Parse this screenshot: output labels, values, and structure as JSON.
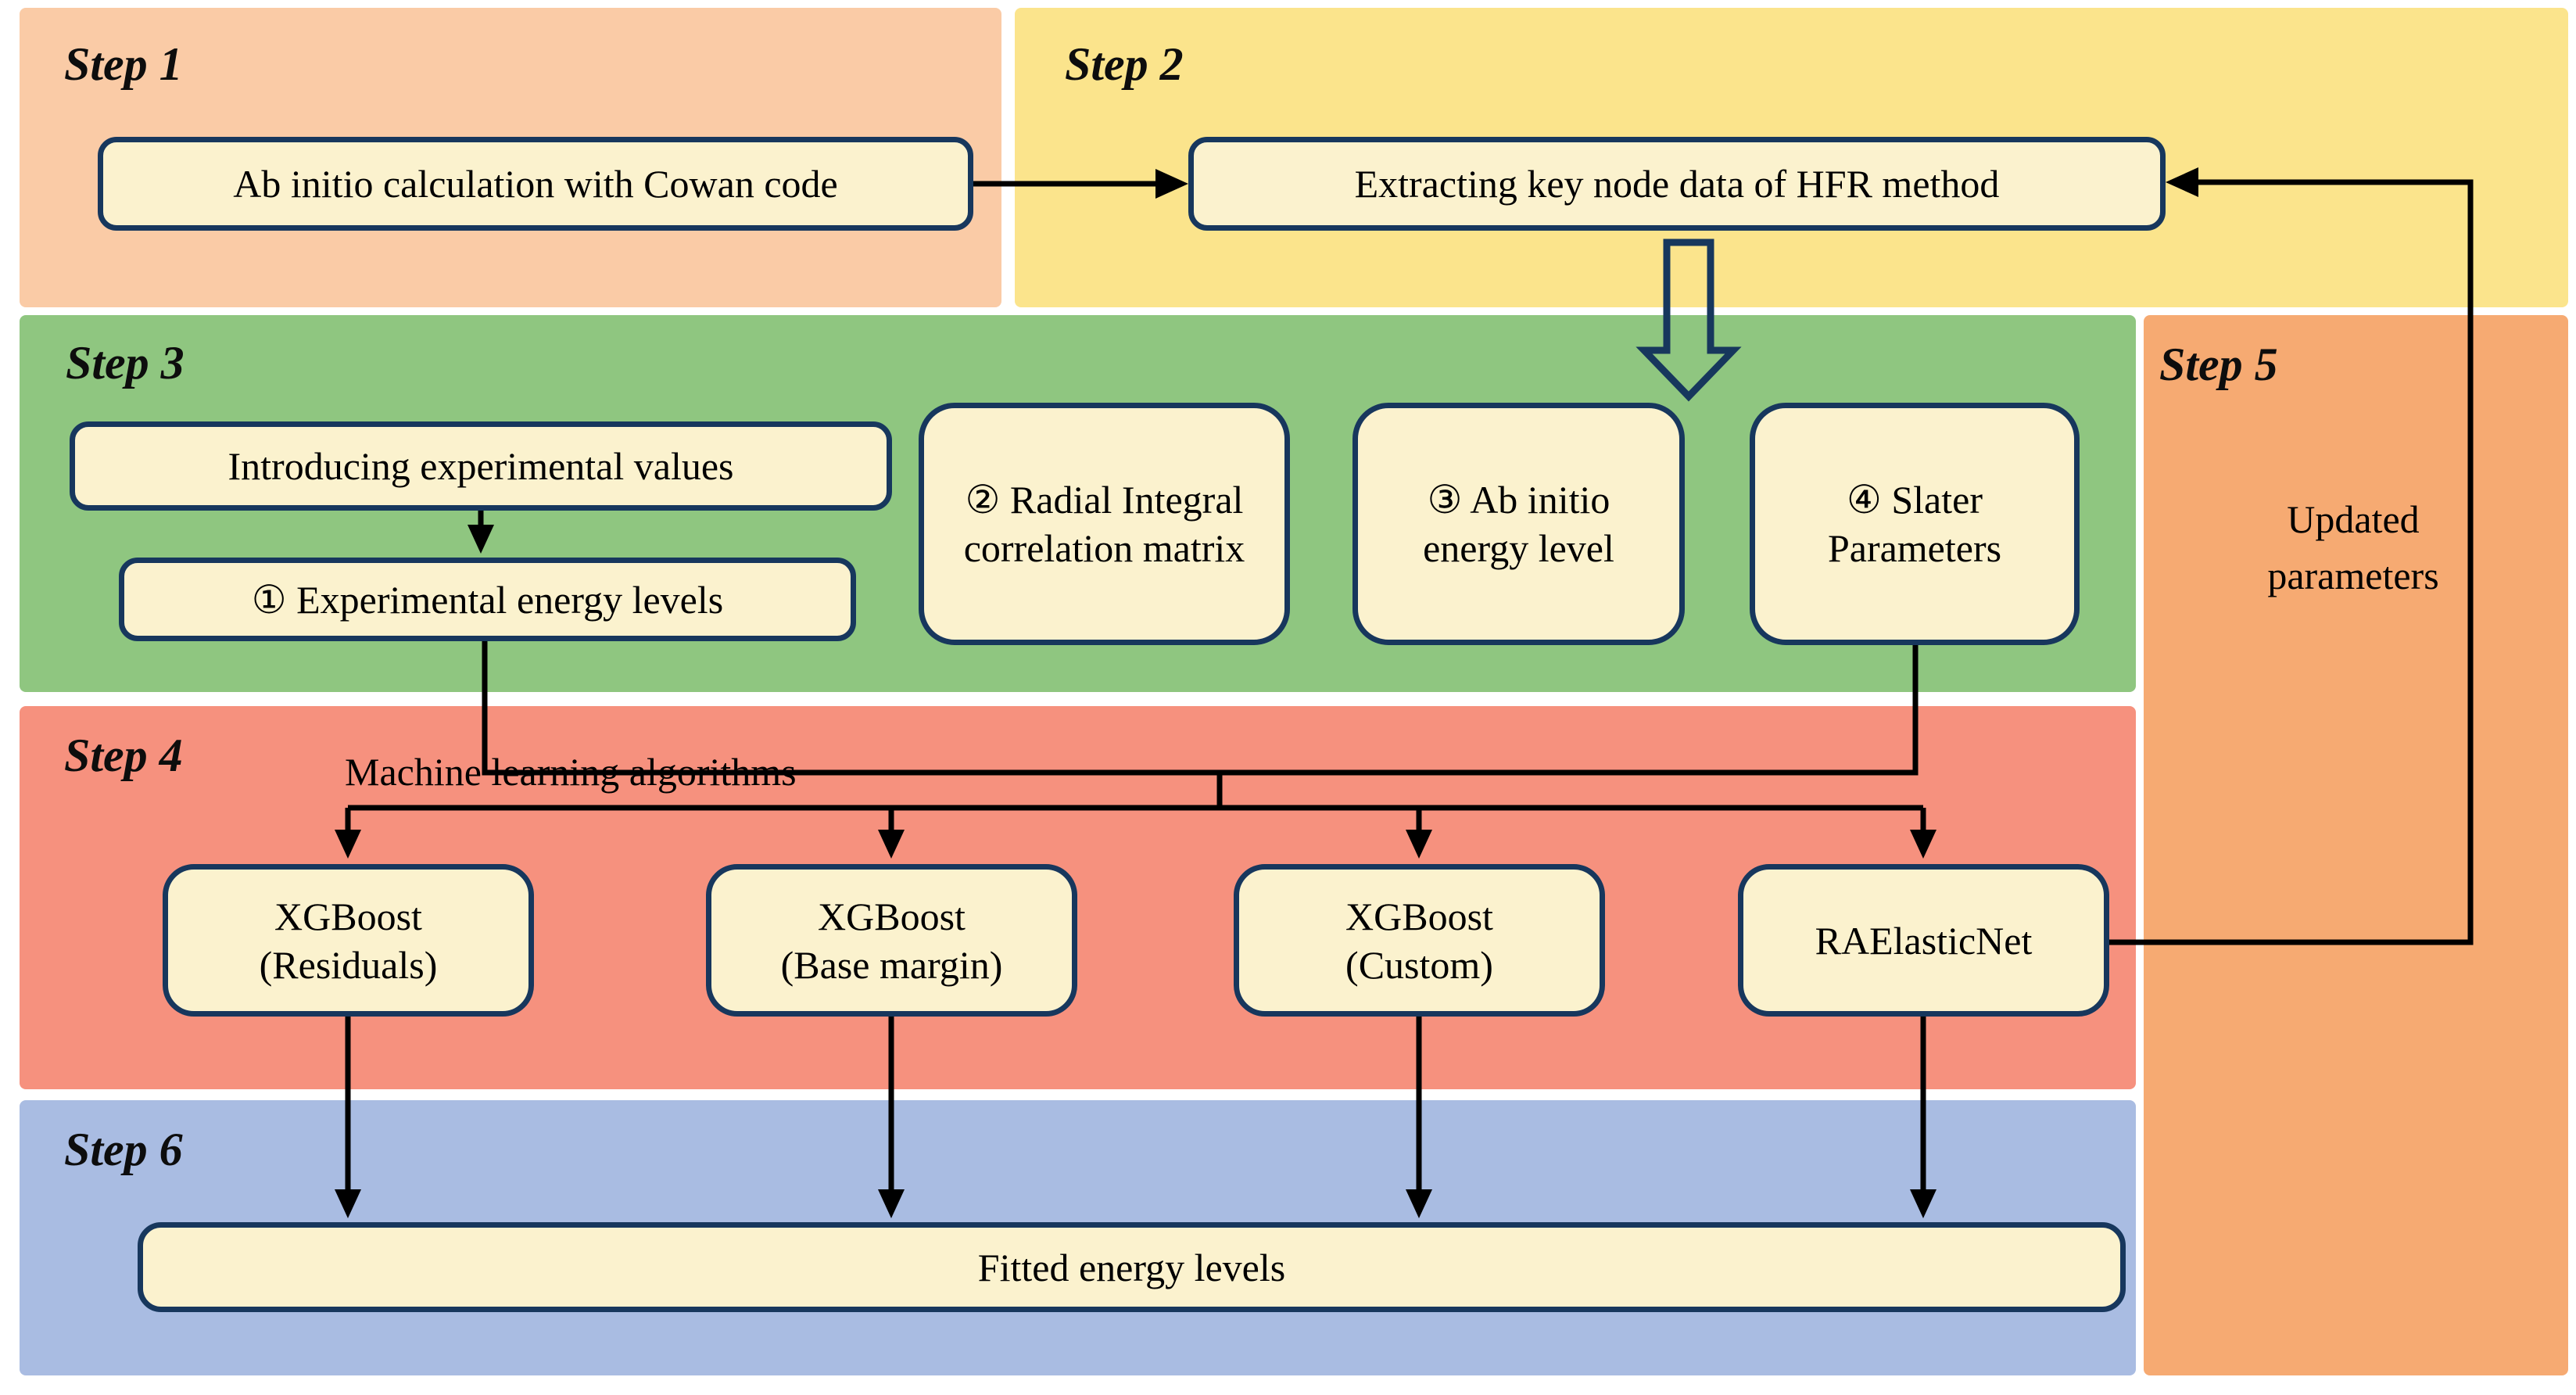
{
  "diagram": {
    "step1": {
      "label": "Step 1",
      "box": "Ab initio calculation with Cowan code"
    },
    "step2": {
      "label": "Step 2",
      "box": "Extracting key node data of HFR method"
    },
    "step3": {
      "label": "Step 3",
      "intro_box": "Introducing experimental values",
      "exp_box": "① Experimental energy levels",
      "radial_box_line1": "② Radial Integral",
      "radial_box_line2": "correlation matrix",
      "abinitio_box_line1": "③ Ab initio",
      "abinitio_box_line2": "energy level",
      "slater_box_line1": "④ Slater",
      "slater_box_line2": "Parameters"
    },
    "step4": {
      "label": "Step 4",
      "caption": "Machine learning algorithms",
      "xgb_residuals_line1": "XGBoost",
      "xgb_residuals_line2": "(Residuals)",
      "xgb_base_line1": "XGBoost",
      "xgb_base_line2": "(Base margin)",
      "xgb_custom_line1": "XGBoost",
      "xgb_custom_line2": "(Custom)",
      "raelasticnet_box": "RAElasticNet"
    },
    "step5": {
      "label": "Step 5",
      "note_line1": "Updated",
      "note_line2": "parameters"
    },
    "step6": {
      "label": "Step 6",
      "box": "Fitted energy levels"
    },
    "colors": {
      "step1_bg": "#facba6",
      "step2_bg": "#fbe48c",
      "step3_bg": "#8fc680",
      "step4_bg": "#f6917e",
      "step5_bg": "#f6aa72",
      "step6_bg": "#a9bce2",
      "node_fill": "#fbf2ce",
      "node_border": "#17375d",
      "wire": "#000000"
    }
  }
}
